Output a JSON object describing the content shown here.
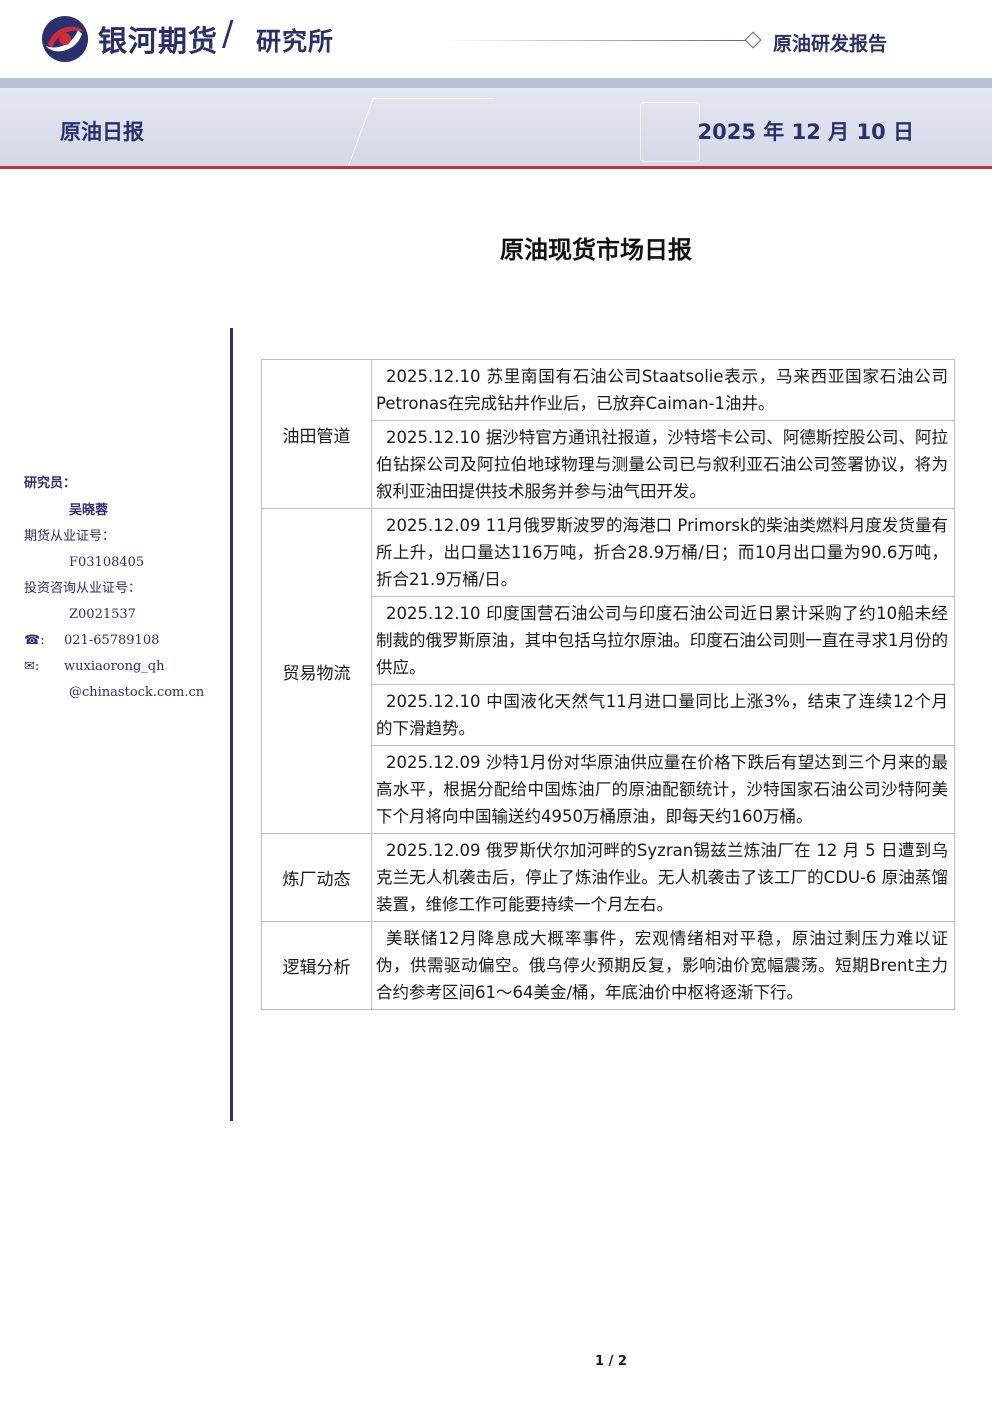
{
  "header": {
    "brand": "银河期货",
    "institute": "研究所",
    "report_type": "原油研发报告",
    "brand_color": "#2a2f6e",
    "accent_color": "#c0303a",
    "logo_icon": "galaxy-logo-icon"
  },
  "band": {
    "title": "原油日报",
    "date": "2025 年 12 月 10 日"
  },
  "main_title": "原油现货市场日报",
  "sidebar": {
    "researcher_label": "研究员：",
    "researcher_name": "吴晓蓉",
    "futures_cert_label": "期货从业证号：",
    "futures_cert": "F03108405",
    "advisory_cert_label": "投资咨询从业证号：",
    "advisory_cert": "Z0021537",
    "phone_icon": "phone-icon",
    "phone": "021-65789108",
    "email_icon": "envelope-icon",
    "email_line1": "wuxiaorong_qh",
    "email_line2": "@chinastock.com.cn"
  },
  "sections": [
    {
      "category": "油田管道",
      "items": [
        "2025.12.10 苏里南国有石油公司Staatsolie表示，马来西亚国家石油公司Petronas在完成钻井作业后，已放弃Caiman-1油井。",
        "2025.12.10 据沙特官方通讯社报道，沙特塔卡公司、阿德斯控股公司、阿拉伯钻探公司及阿拉伯地球物理与测量公司已与叙利亚石油公司签署协议，将为叙利亚油田提供技术服务并参与油气田开发。"
      ]
    },
    {
      "category": "贸易物流",
      "items": [
        "2025.12.09 11月俄罗斯波罗的海港口 Primorsk的柴油类燃料月度发货量有所上升，出口量达116万吨，折合28.9万桶/日；而10月出口量为90.6万吨，折合21.9万桶/日。",
        "2025.12.10 印度国营石油公司与印度石油公司近日累计采购了约10船未经制裁的俄罗斯原油，其中包括乌拉尔原油。印度石油公司则一直在寻求1月份的供应。",
        "2025.12.10 中国液化天然气11月进口量同比上涨3%，结束了连续12个月的下滑趋势。",
        "2025.12.09 沙特1月份对华原油供应量在价格下跌后有望达到三个月来的最高水平，根据分配给中国炼油厂的原油配额统计，沙特国家石油公司沙特阿美下个月将向中国输送约4950万桶原油，即每天约160万桶。"
      ]
    },
    {
      "category": "炼厂动态",
      "items": [
        "2025.12.09 俄罗斯伏尔加河畔的Syzran锡兹兰炼油厂在 12 月 5 日遭到乌克兰无人机袭击后，停止了炼油作业。无人机袭击了该工厂的CDU-6 原油蒸馏装置，维修工作可能要持续一个月左右。"
      ]
    },
    {
      "category": "逻辑分析",
      "items": [
        "美联储12月降息成大概率事件，宏观情绪相对平稳，原油过剩压力难以证伪，供需驱动偏空。俄乌停火预期反复，影响油价宽幅震荡。短期Brent主力合约参考区间61～64美金/桶，年底油价中枢将逐渐下行。"
      ]
    }
  ],
  "footer": {
    "page_number": "1 / 2"
  }
}
